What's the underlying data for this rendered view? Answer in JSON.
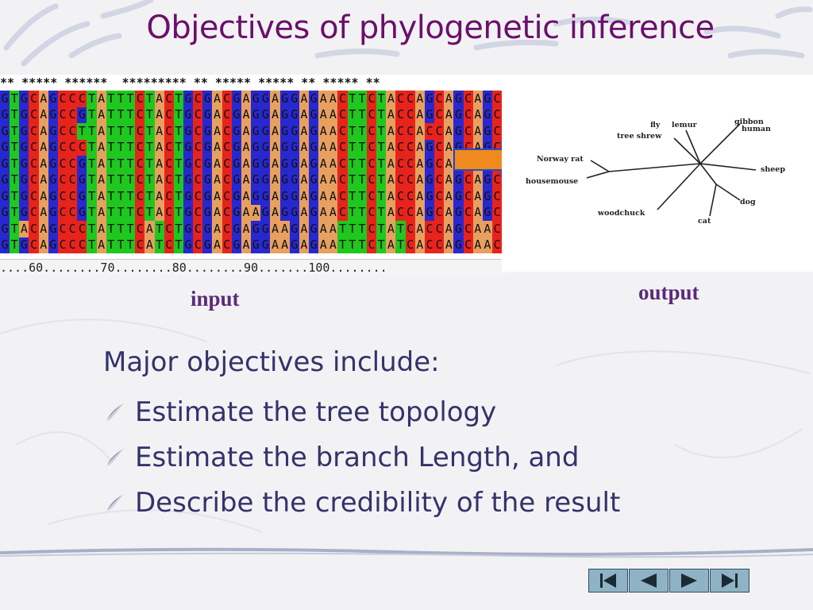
{
  "slide": {
    "title": "Objectives of phylogenetic inference",
    "input_caption": "input",
    "output_caption": "output",
    "lead": "Major objectives include:",
    "bullets": [
      "Estimate the tree topology",
      "Estimate the branch Length, and",
      "Describe the credibility of the result"
    ]
  },
  "alignment": {
    "conservation_line": "** ***** ******  ********* ** ***** ***** ** ***** **",
    "sequences": [
      "GTGCAGCCCTATTTCTACTGCGACGAGGAGGAGAACTTCTACCAGCAGCAGC",
      "GTGCAGCCGTATTTCTACTGCGACGAGGAGGAGAACTTCTACCAGCAGCAGC",
      "GTGCAGCCTTATTTCTACTGCGACGAGGAGGAGAACTTCTACCACCAGCAGC",
      "GTGCAGCCCTATTTCTACTGCGACGAGGAGGAGAACTTCTACCAGCAGCAGC",
      "GTGCAGCCGTATTTCTACTGCGACGAGGAGGAGAACTTCTACCAGCAGCAGC",
      "GTGCAGCCGTATTTCTACTGCGACGAGGAGGAGAACTTCTACCAGCAGCAGC",
      "GTGCAGCCGTATTTCTACTGCGACGAGGAGGAGAACTTCTACCAGCAGCAGC",
      "GTGCAGCCGTATTTCTACTGCGACGAAGAGGAGAACTTCTACCAGCAGCAGC",
      "GTACAGCCCTATTTCATCTGCGACGAGGAAGAGAATTTCTATCACCAGCAAC",
      "GTGCAGCCCTATTTCATCTGCGACGAGGAAGAGAATTTCTATCACCAGCAAC"
    ],
    "ruler": "....60........70........80........90.......100........",
    "base_colors": {
      "A": "#e8a060",
      "C": "#e8231c",
      "G": "#2828d0",
      "T": "#1ec81e"
    }
  },
  "tree": {
    "taxa": [
      "fly",
      "lemur",
      "gibbon",
      "human",
      "tree shrew",
      "Norway rat",
      "housemouse",
      "sheep",
      "dog",
      "woodchuck",
      "cat"
    ]
  },
  "nav": {
    "buttons": [
      "first-slide",
      "previous-slide",
      "next-slide",
      "last-slide"
    ]
  },
  "colors": {
    "title": "#6b0f6b",
    "body_text": "#33336b",
    "caption": "#5b2b7a",
    "arrow": "#f08a1e",
    "nav_button": "#8fb3c5"
  }
}
